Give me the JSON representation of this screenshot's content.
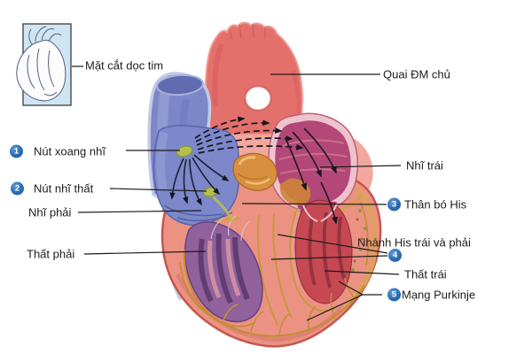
{
  "figure": {
    "title_hint": "Heart cardiac conduction system diagram (Vietnamese labels)",
    "inset_label": "Mặt cắt dọc tim",
    "labels": {
      "sinoatrial_node": {
        "num": "1",
        "text": "Nút xoang nhĩ"
      },
      "atrioventricular_node": {
        "num": "2",
        "text": "Nút nhĩ thất"
      },
      "right_atrium": {
        "text": "Nhĩ phải"
      },
      "right_ventricle": {
        "text": "Thất phải"
      },
      "aortic_arch": {
        "text": "Quai ĐM chủ"
      },
      "left_atrium": {
        "text": "Nhĩ trái"
      },
      "bundle_of_his": {
        "num": "3",
        "text": "Thân bó His"
      },
      "his_branches": {
        "num": "4",
        "text": "Nhánh His trái và phải"
      },
      "left_ventricle": {
        "text": "Thất trái"
      },
      "purkinje_network": {
        "num": "5",
        "text": "Mạng Purkinje"
      }
    },
    "colors": {
      "background": "#ffffff",
      "label_text": "#1c1c1c",
      "number_badge": "#2a6cb0",
      "aorta": "#e4706b",
      "aorta_backdrop": "#f2a89e",
      "vena_cava": "#7b87c6",
      "right_atrium": "#7c88c9",
      "left_atrium_rim": "#eec3ce",
      "left_atrium": "#b34878",
      "heart_wall": "#ec9283",
      "heart_wall_edge": "#c4574f",
      "right_ventricle": "#91619c",
      "left_ventricle": "#c64853",
      "purkinje_fibers": "#bf9030",
      "conduction_node": "#b6c04e",
      "valve": "#d8903e",
      "fat_tissue": "#dfa05e",
      "inset_bg": "#cfe5f3"
    }
  }
}
